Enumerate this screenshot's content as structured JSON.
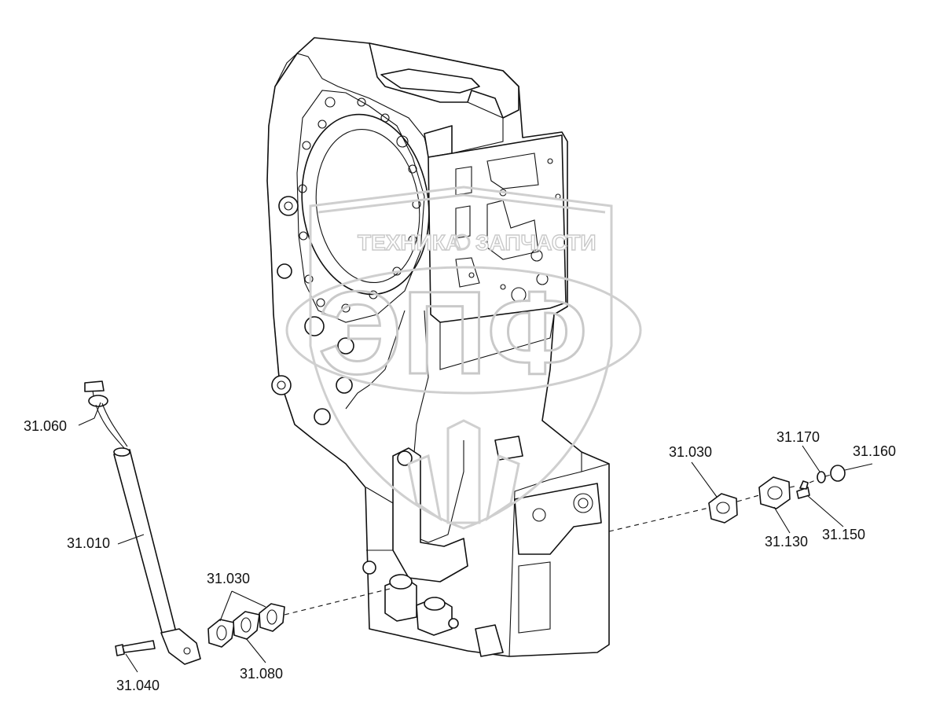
{
  "watermark": {
    "text_left": "ТЕХНИКА",
    "text_right": "ЗАПЧАСТИ",
    "letters": "ЭПФ"
  },
  "labels": {
    "l_31060": "31.060",
    "l_31010": "31.010",
    "l_31040": "31.040",
    "l_31030_left": "31.030",
    "l_31080": "31.080",
    "l_31030_right": "31.030",
    "l_31170": "31.170",
    "l_31160": "31.160",
    "l_31130": "31.130",
    "l_31150": "31.150"
  },
  "colors": {
    "line": "#111111",
    "watermark": "#c9c9c9"
  }
}
